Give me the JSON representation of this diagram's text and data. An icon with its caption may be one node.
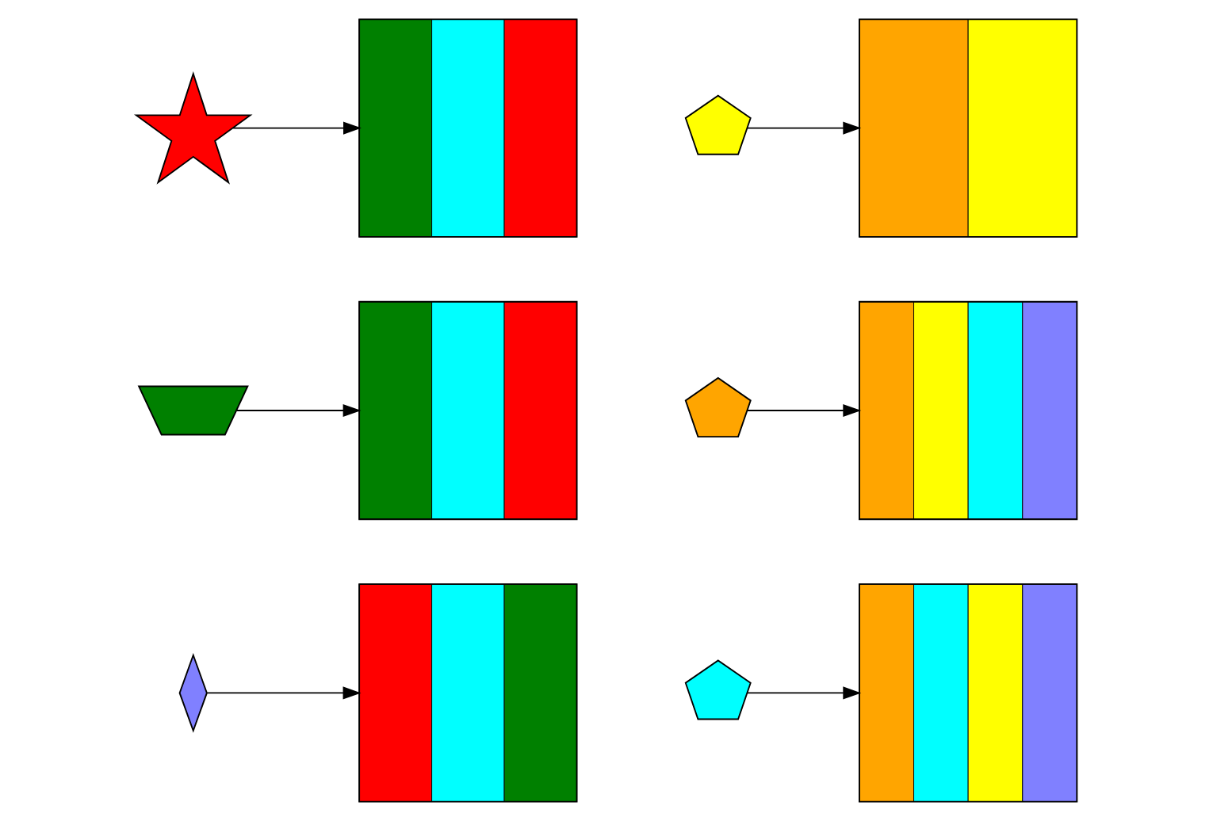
{
  "diagram": {
    "nodes": [
      {
        "text": [],
        "shape": "star"
      },
      {
        "text": [],
        "shape": "picture"
      },
      {
        "text": [],
        "shape": "pentagon"
      },
      {
        "text": [],
        "shape": "picture"
      },
      {
        "text": [],
        "shape": "boat"
      },
      {
        "text": [],
        "shape": "picture"
      },
      {
        "text": [],
        "shape": "pentagon"
      },
      {
        "text": [],
        "shape": "picture"
      },
      {
        "text": [],
        "shape": "diamond"
      },
      {
        "text": [],
        "shape": "picture"
      },
      {
        "text": [],
        "shape": "pentagon"
      },
      {
        "text": [],
        "shape": "picture"
      }
    ],
    "edges": [
      {
        "from": 0,
        "to": 1,
        "arrow": "to"
      },
      {
        "from": 2,
        "to": 3,
        "arrow": "to"
      },
      {
        "from": 4,
        "to": 5,
        "arrow": "to"
      },
      {
        "from": 6,
        "to": 7,
        "arrow": "to"
      },
      {
        "from": 8,
        "to": 9,
        "arrow": "to"
      },
      {
        "from": 10,
        "to": 11,
        "arrow": "to"
      }
    ]
  }
}
